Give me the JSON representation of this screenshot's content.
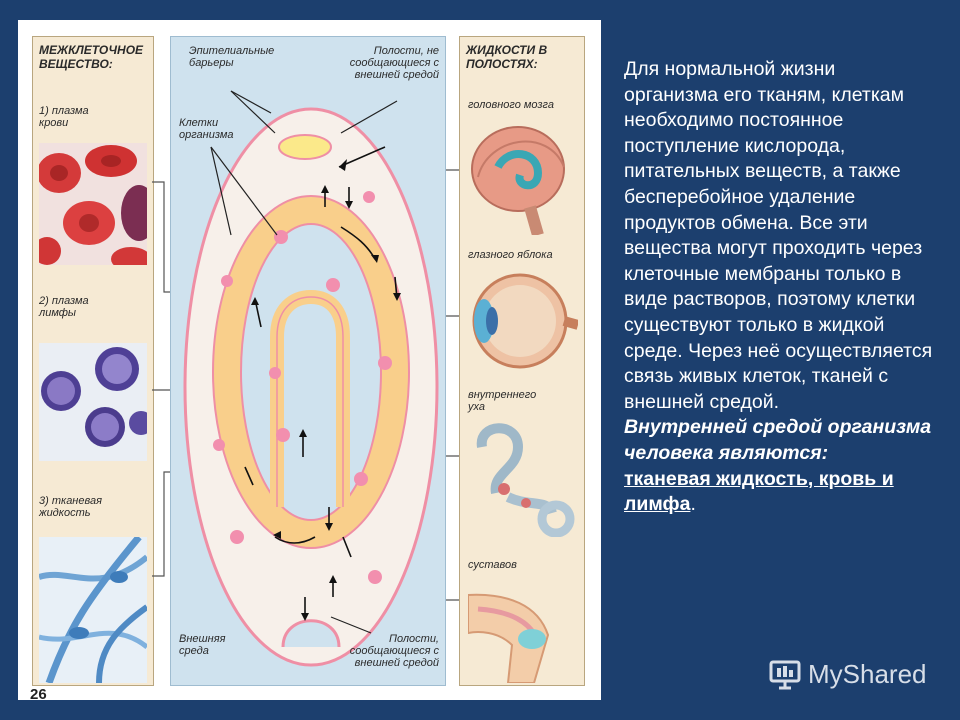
{
  "figure": {
    "left_header": "МЕЖКЛЕТОЧНОЕ ВЕЩЕСТВО:",
    "left_items": [
      "1) плазма крови",
      "2) плазма лимфы",
      "3) тканевая жидкость"
    ],
    "middle_labels": {
      "epithelial": "Эпителиальные барьеры",
      "cavities_top": "Полости, не сообщающиеся с внешней средой",
      "cells": "Клетки организма",
      "external": "Внешняя среда",
      "cavities_bottom": "Полости, сообщающиеся с внешней средой"
    },
    "right_header": "ЖИДКОСТИ В ПОЛОСТЯХ:",
    "right_items": [
      "головного мозга",
      "глазного яблока",
      "внутреннего уха",
      "суставов"
    ],
    "page_number": "26"
  },
  "text": {
    "paragraph": "Для нормальной жизни организма его тканям, клеткам необходимо постоянное поступление кислорода, питательных веществ, а также бесперебойное удаление продуктов обмена. Все эти вещества могут проходить через клеточные мембраны только в виде растворов, поэтому клетки существуют только  в жидкой среде. Через неё осуществляется связь живых клеток, тканей с внешней средой.",
    "emphasis": "Внутренней средой организма  человека являются:",
    "answer": "тканевая жидкость, кровь  и  лимфа",
    "answer_end": "."
  },
  "watermark": {
    "text": "MyShared",
    "icon": "presentation-board-icon"
  },
  "colors": {
    "background": "#1c3f6e",
    "tissue": "#f9cf8b",
    "membrane": "#ef8fa5",
    "cell": "#f28fae",
    "cavity": "#fbe98a"
  }
}
